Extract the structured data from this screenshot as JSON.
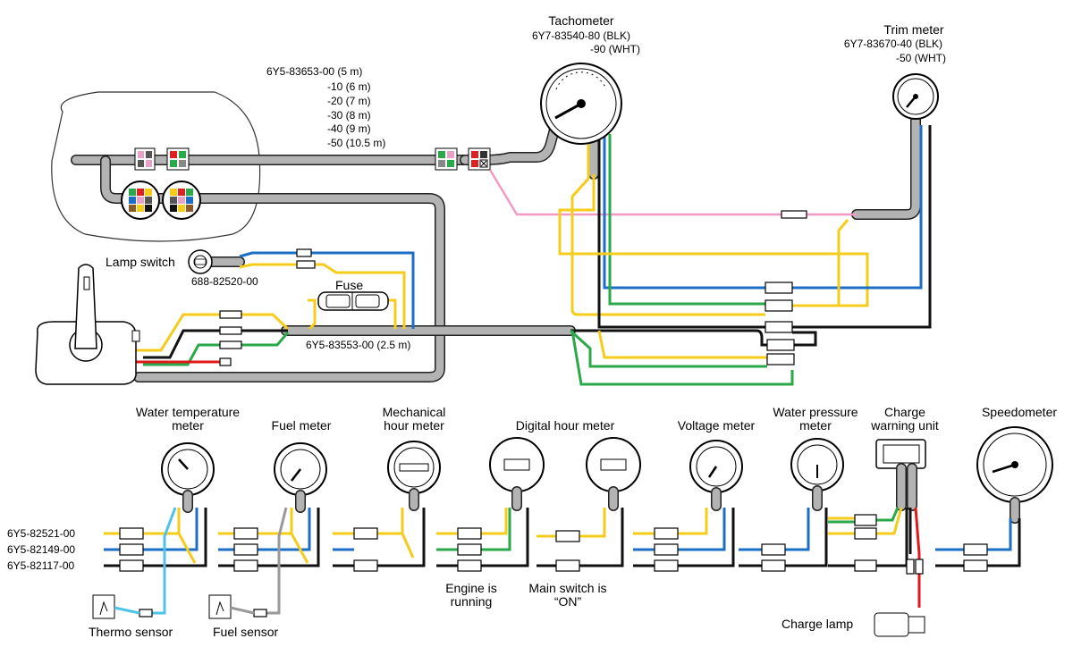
{
  "labels": {
    "tachometer": "Tachometer",
    "tach_part1": "6Y7-83540-80 (BLK)",
    "tach_part2": "-90 (WHT)",
    "trim": "Trim meter",
    "trim_part1": "6Y7-83670-40 (BLK)",
    "trim_part2": "-50 (WHT)",
    "harness_1": "6Y5-83653-00 (5 m)",
    "harness_2": "-10 (6 m)",
    "harness_3": "-20 (7 m)",
    "harness_4": "-30 (8 m)",
    "harness_5": "-40 (9 m)",
    "harness_6": "-50 (10.5 m)",
    "lamp_switch": "Lamp switch",
    "lamp_part": "688-82520-00",
    "fuse": "Fuse",
    "sub_harness": "6Y5-83553-00 (2.5 m)",
    "water_temp_1": "Water temperature",
    "water_temp_2": "meter",
    "fuel_meter": "Fuel meter",
    "mech_hour_1": "Mechanical",
    "mech_hour_2": "hour meter",
    "digital_hour": "Digital hour meter",
    "voltage": "Voltage meter",
    "water_press_1": "Water pressure",
    "water_press_2": "meter",
    "charge_unit_1": "Charge",
    "charge_unit_2": "warning unit",
    "speedometer": "Speedometer",
    "ext_1": "6Y5-82521-00",
    "ext_2": "6Y5-82149-00",
    "ext_3": "6Y5-82117-00",
    "engine_1": "Engine is",
    "engine_2": "running",
    "mainsw_1": "Main switch is",
    "mainsw_2": "“ON”",
    "thermo": "Thermo sensor",
    "fuel_sensor": "Fuel sensor",
    "charge_lamp": "Charge lamp"
  },
  "colors": {
    "yellow": "#f5cc1c",
    "blue": "#1b6fc4",
    "black": "#111111",
    "green": "#2aa84a",
    "red": "#e01a1a",
    "pink": "#f29ac4",
    "light_blue": "#4fc3e8",
    "harness_gray": "#b3b3b3"
  }
}
